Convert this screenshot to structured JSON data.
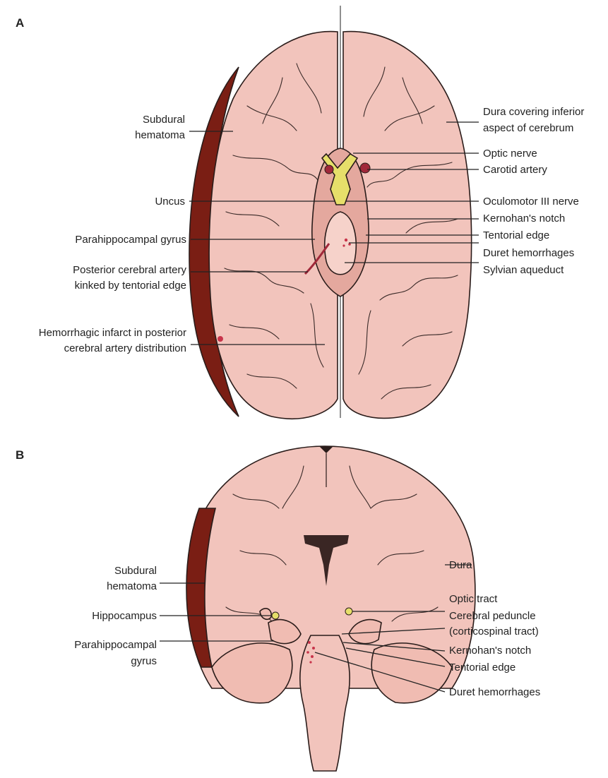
{
  "panels": {
    "a": {
      "letter": "A",
      "labels": {
        "subdural_hematoma": [
          "Subdural",
          "hematoma"
        ],
        "uncus": "Uncus",
        "parahippocampal_gyrus": "Parahippocampal gyrus",
        "posterior_cerebral_artery": [
          "Posterior cerebral artery",
          "kinked by tentorial edge"
        ],
        "hemorrhagic_infarct": [
          "Hemorrhagic infarct in posterior",
          "cerebral artery distribution"
        ],
        "dura_covering": [
          "Dura covering inferior",
          "aspect of cerebrum"
        ],
        "optic_nerve": "Optic nerve",
        "carotid_artery": "Carotid artery",
        "oculomotor_nerve": "Oculomotor III nerve",
        "kernohans_notch": "Kernohan's notch",
        "tentorial_edge": "Tentorial edge",
        "duret_hemorrhages": "Duret hemorrhages",
        "sylvian_aqueduct": "Sylvian aqueduct"
      }
    },
    "b": {
      "letter": "B",
      "labels": {
        "subdural_hematoma": [
          "Subdural",
          "hematoma"
        ],
        "hippocampus": "Hippocampus",
        "parahippocampal_gyrus": [
          "Parahippocampal",
          "gyrus"
        ],
        "dura": "Dura",
        "optic_tract": "Optic tract",
        "cerebral_peduncle": [
          "Cerebral peduncle",
          "(corticospinal tract)"
        ],
        "kernohans_notch": "Kernohan's notch",
        "tentorial_edge": "Tentorial edge",
        "duret_hemorrhages": "Duret hemorrhages"
      }
    }
  },
  "colors": {
    "brain_tissue": "#f2c4bc",
    "hematoma": "#7a1e14",
    "optic_structures": "#e6df6a",
    "carotid": "#a0283a",
    "hemorrhage": "#c8344a",
    "line": "#222222"
  }
}
